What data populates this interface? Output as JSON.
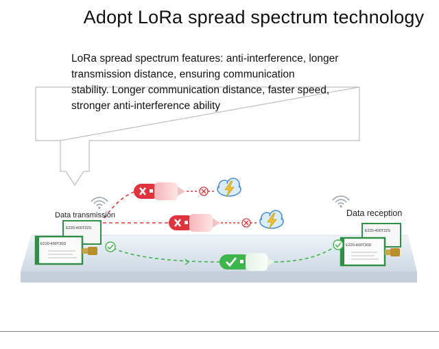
{
  "title": "Adopt LoRa spread spectrum technology",
  "description": {
    "lines": [
      "LoRa spread spectrum features: anti-interference, longer",
      " transmission distance, ensuring communication",
      "stability. Longer communication distance, faster speed,",
      "stronger anti-interference ability"
    ]
  },
  "diagram": {
    "left_label": "Data transmission",
    "right_label": "Data reception",
    "module_top_label": "E220-400T22S",
    "module_main_label": "E220-400T30D",
    "colors": {
      "fail_red": "#e0333d",
      "success_green": "#3cb54a",
      "platform": "#dfe6ef",
      "bolt": "#f2c22c",
      "cloud": "#4b8fd0",
      "pcb_green": "#2f8f44"
    },
    "icons": [
      "wifi-icon",
      "fail-x-icon",
      "success-check-icon",
      "storm-cloud-icon",
      "cross-circle-icon"
    ]
  }
}
